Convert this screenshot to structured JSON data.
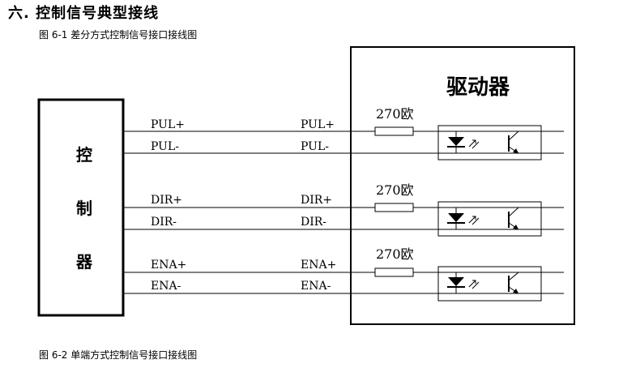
{
  "heading": "六. 控制信号典型接线",
  "caption_top": "图 6-1  差分方式控制信号接口接线图",
  "caption_bottom": "图 6-2 单端方式控制信号接口接线图",
  "controller": {
    "chars": [
      "控",
      "制",
      "器"
    ]
  },
  "driver": {
    "title": "驱动器"
  },
  "channels": [
    {
      "plus_left": "PUL+",
      "minus_left": "PUL-",
      "plus_right": "PUL+",
      "minus_right": "PUL-",
      "resistor": "270欧"
    },
    {
      "plus_left": "DIR+",
      "minus_left": "DIR-",
      "plus_right": "DIR+",
      "minus_right": "DIR-",
      "resistor": "270欧"
    },
    {
      "plus_left": "ENA+",
      "minus_left": "ENA-",
      "plus_right": "ENA+",
      "minus_right": "ENA-",
      "resistor": "270欧"
    }
  ]
}
